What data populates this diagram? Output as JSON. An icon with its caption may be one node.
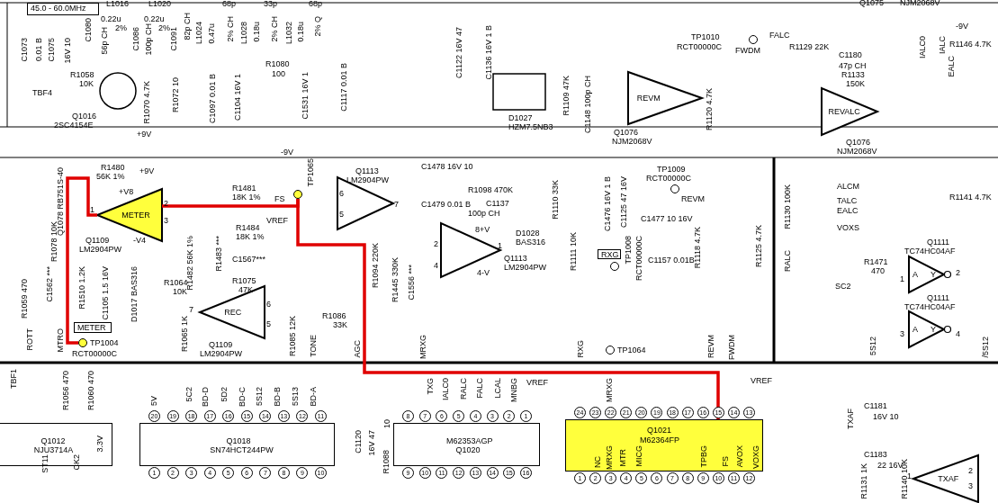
{
  "diagram": {
    "nodes": [
      {
        "text": [
          "45.0 - 60.0MHz"
        ]
      },
      {
        "text": [
          "METER"
        ],
        "beside": [
          "Q1109",
          "LM2904PW"
        ]
      },
      {
        "text": [],
        "shape": "circle",
        "beside": [
          "TP1065"
        ]
      },
      {
        "text": [],
        "shape": "triangle",
        "beside": [
          "Q1113",
          "LM2904PW"
        ]
      },
      {
        "text": [
          "REC"
        ],
        "beside": [
          "Q1109",
          "LM2904PW"
        ]
      },
      {
        "text": [],
        "shape": "circle",
        "beside": [
          "TP1004",
          "RCT00000C"
        ]
      },
      {
        "text": [
          "METER"
        ]
      },
      {
        "text": [],
        "shape": "triangle",
        "beside": [
          "Q1113",
          "LM2904PW"
        ]
      },
      {
        "text": [],
        "shape": "circle",
        "beside": [
          "TP1008",
          "RCT00000C"
        ]
      },
      {
        "text": [
          "RXG"
        ]
      },
      {
        "text": [],
        "shape": "circle",
        "beside": [
          "TP1009",
          "RCT00000C",
          "REVM"
        ]
      },
      {
        "text": [
          "REVM"
        ],
        "beside": [
          "Q1076",
          "NJM2068V"
        ]
      },
      {
        "text": [],
        "shape": "circle",
        "beside": [
          "TP1010",
          "RCT00000C",
          "FWDM"
        ]
      },
      {
        "text": [
          "REVALC"
        ],
        "beside": [
          "Q1076",
          "NJM2068V"
        ]
      },
      {
        "text": [
          "A",
          "Y"
        ],
        "beside": [
          "Q1111",
          "TC74HC04AF"
        ]
      },
      {
        "text": [
          "A",
          "Y"
        ],
        "beside": [
          "Q1111",
          "TC74HC04AF"
        ]
      },
      {
        "text": [],
        "shape": "circle",
        "beside": [
          "TP1064"
        ]
      },
      {
        "text": [
          "Q1018",
          "SN74HCT244PW"
        ]
      },
      {
        "text": [
          "M62353AGP",
          "Q1020"
        ]
      },
      {
        "text": [
          "Q1021",
          "M62364FP",
          "NC",
          "MRXG",
          "MTR",
          "MICG",
          "TPBG",
          "FS",
          "AVOX",
          "VOXG"
        ]
      },
      {
        "text": [
          "Q1012",
          "NJU3714A"
        ]
      },
      {
        "text": [
          "TXAF"
        ]
      }
    ],
    "edges": [
      {
        "from": 1,
        "to": 2,
        "arrow": "none",
        "color": "#e00000"
      },
      {
        "from": 2,
        "to": 19,
        "arrow": "none",
        "color": "#e00000"
      },
      {
        "from": 5,
        "to": 1,
        "arrow": "none",
        "color": "#e00000"
      }
    ],
    "labels": [
      "L1016",
      "0.22u",
      "2%",
      "L1020",
      "0.22u",
      "2%",
      "68p",
      "33p",
      "68p",
      "C1080",
      "56p CH",
      "C1086",
      "100p CH",
      "C1091",
      "82p CH",
      "L1024",
      "0.47u",
      "2% CH",
      "L1028",
      "0.18u",
      "2% CH",
      "L1032",
      "0.18u",
      "2% Q",
      "C1073",
      "0.01 B",
      "C1075",
      "16V 10",
      "R1058",
      "10K",
      "TBF4",
      "Q1016",
      "2SC4154E",
      "R1070 4.7K",
      "R1072 10",
      "C1097 0.01 B",
      "C1104 16V 1",
      "R1080",
      "100",
      "C1531 16V 1",
      "C1117 0.01 B",
      "+9V",
      "-9V",
      "C1122 16V 47",
      "C1136 16V 1 B",
      "D1027",
      "HZM7.5NB3",
      "R1109 47K",
      "C1148 100p CH",
      "Q1075",
      "NJM2068V",
      "R1120 4.7K",
      "FALC",
      "R1129 22K",
      "C1180",
      "47p CH",
      "R1133",
      "150K",
      "IALC0",
      "IALC",
      "EALC",
      "R1146 4.7K",
      "-9V",
      "R1480",
      "56K 1%",
      "Q1078 RB751S-40",
      "+9V",
      "+V8",
      "1",
      "2",
      "3",
      "-V4",
      "R1078 10K",
      "R1481",
      "18K 1%",
      "FS",
      "R1484",
      "18K 1%",
      "VREF",
      "R1482 56K 1%",
      "R1483 ***",
      "C1567***",
      "R1064",
      "10K",
      "R1075",
      "47K",
      "R1065 1K",
      "R1085 12K",
      "TONE",
      "R1086",
      "33K",
      "R1059 470",
      "C1562 ***",
      "R1510 1.2K",
      "C1105 1.5 16V",
      "D1017 BAS316",
      "ROTT",
      "MTRO",
      "7",
      "6",
      "5",
      "C1478 16V 10",
      "6",
      "R1098 470K",
      "R1110 33K",
      "5",
      "7",
      "C1479 0.01 B",
      "100p CH",
      "C1137",
      "R1094 220K",
      "2",
      "8+V",
      "1",
      "D1028",
      "BAS316",
      "R1111 10K",
      "R1445 330K",
      "C1556 ***",
      "4",
      "4-V",
      "C1476 16V 1 B",
      "C1125 47 16V",
      "C1477 10 16V",
      "C1157 0.01B",
      "R1118 4.7K",
      "R1125 4.7K",
      "R1130 100K",
      "RALC",
      "ALCM",
      "TALC",
      "EALC",
      "VOXS",
      "R1141 4.7K",
      "R1471",
      "470",
      "SC2",
      "1",
      "2",
      "3",
      "4",
      "AGC",
      "MRXG",
      "RXG",
      "REVM",
      "FWDM",
      "5S12",
      "/5S12",
      "TXG",
      "IALC0",
      "RALC",
      "FALC",
      "LCAL",
      "MNBG",
      "VREF",
      "MRXG",
      "VREF",
      "5V",
      "5C2",
      "BD-D",
      "5D2",
      "BD-C",
      "5S12",
      "BD-B",
      "5S13",
      "BD-A",
      "TBF1",
      "R1056 470",
      "R1060 470",
      "3.3V",
      "ST11",
      "CK2",
      "C1120",
      "16V 47",
      "R1088",
      "10",
      "TXAF",
      "C1181",
      "16V 10",
      "C1183",
      "22 16V",
      "R1131 1K",
      "R1140 10K",
      "1",
      "2",
      "3",
      "20",
      "19",
      "18",
      "17",
      "16",
      "15",
      "14",
      "13",
      "12",
      "11",
      "1",
      "2",
      "3",
      "4",
      "5",
      "6",
      "7",
      "8",
      "9",
      "10",
      "8",
      "7",
      "6",
      "5",
      "4",
      "3",
      "2",
      "1",
      "9",
      "10",
      "11",
      "12",
      "13",
      "14",
      "15",
      "16",
      "24",
      "23",
      "22",
      "21",
      "20",
      "19",
      "18",
      "17",
      "16",
      "15",
      "14",
      "13",
      "1",
      "2",
      "3",
      "4",
      "5",
      "6",
      "7",
      "8",
      "9",
      "10",
      "11",
      "12"
    ]
  }
}
